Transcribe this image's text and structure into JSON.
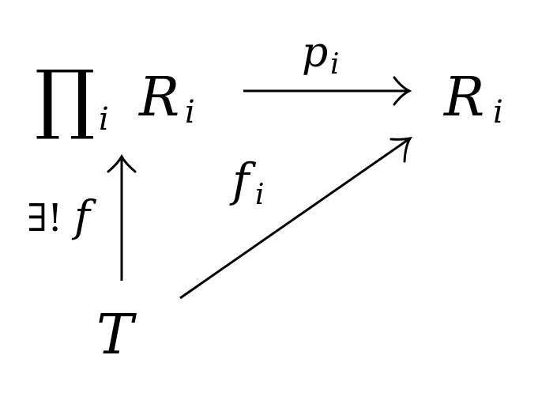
{
  "diagram": {
    "nodes": {
      "product": {
        "operator": "∏",
        "index": "i",
        "main": "R",
        "sub": "i"
      },
      "target": {
        "main": "R",
        "sub": "i"
      },
      "source": {
        "main": "T"
      }
    },
    "arrows": {
      "projection": {
        "main": "p",
        "sub": "i"
      },
      "component": {
        "main": "f",
        "sub": "i"
      },
      "unique": {
        "prefix": "∃!",
        "main": "f"
      }
    }
  },
  "colors": {
    "ink": "#000000",
    "background": "#ffffff"
  }
}
